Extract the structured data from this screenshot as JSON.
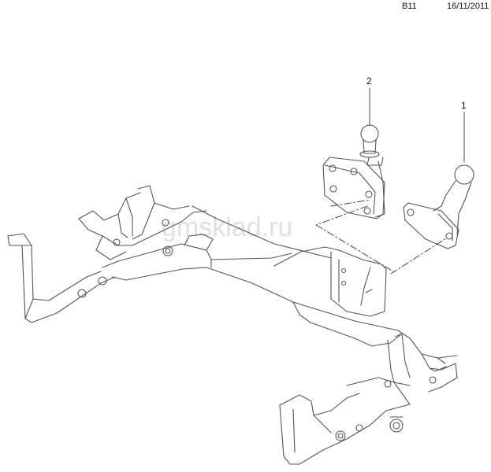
{
  "header": {
    "code": "B11",
    "date": "16/11/2011"
  },
  "callouts": [
    {
      "label": "1",
      "part": "detachable-tow-ball"
    },
    {
      "label": "2",
      "part": "tow-ball-with-mounting-plate"
    }
  ],
  "watermark": "gmsklad.ru",
  "colors": {
    "line": "#555555",
    "text": "#111111",
    "watermark": "#c8c8c8"
  }
}
